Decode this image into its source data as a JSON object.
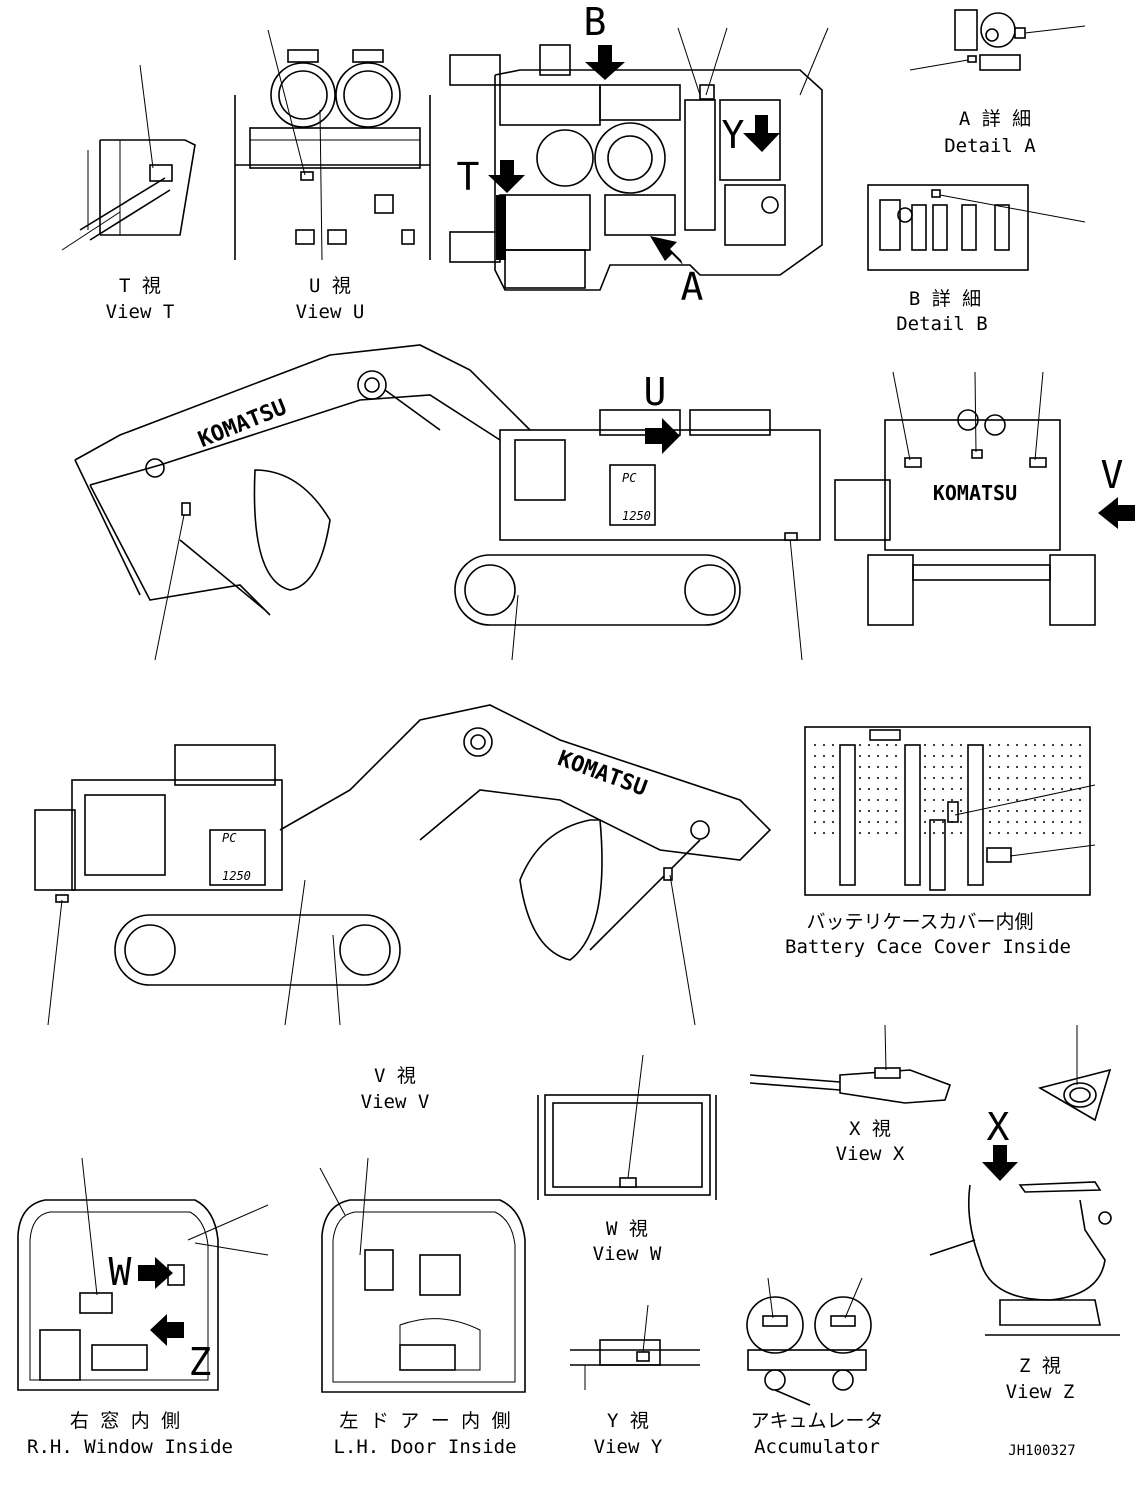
{
  "views": {
    "view_t": {
      "jp": "T 視",
      "en": "View T"
    },
    "view_u": {
      "jp": "U 視",
      "en": "View U"
    },
    "detail_a": {
      "jp": "A 詳 細",
      "en": "Detail A"
    },
    "detail_b": {
      "jp": "B 詳 細",
      "en": "Detail B"
    },
    "battery": {
      "jp": "バッテリケースカバー内側",
      "en": "Battery Cace Cover Inside"
    },
    "view_v": {
      "jp": "V 視",
      "en": "View V"
    },
    "view_x": {
      "jp": "X 視",
      "en": "View X"
    },
    "view_w": {
      "jp": "W 視",
      "en": "View W"
    },
    "rh_window": {
      "jp": "右 窓 内 側",
      "en": "R.H. Window Inside"
    },
    "lh_door": {
      "jp": "左 ド ア ー 内 側",
      "en": "L.H. Door Inside"
    },
    "view_y": {
      "jp": "Y 視",
      "en": "View Y"
    },
    "accumulator": {
      "jp": "アキュムレータ",
      "en": "Accumulator"
    },
    "view_z": {
      "jp": "Z 視",
      "en": "View Z"
    }
  },
  "arrow_letters": {
    "b": "B",
    "t": "T",
    "y": "Y",
    "a": "A",
    "u": "U",
    "v": "V",
    "w": "W",
    "z": "Z",
    "x": "X"
  },
  "brand": {
    "komatsu": "KOMATSU",
    "model_top": "PC",
    "model_num": "1250"
  },
  "drawing_number": "JH100327"
}
